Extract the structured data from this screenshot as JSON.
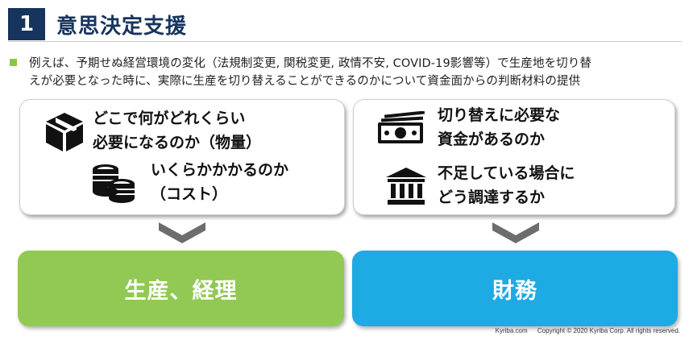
{
  "header": {
    "number": "1",
    "title": "意思決定支援"
  },
  "bullet": {
    "line1": "例えば、予期せぬ経営環境の変化（法規制変更, 関税変更, 政情不安, COVID-19影響等）で生産地を切り替",
    "line2": "えが必要となった時に、実際に生産を切り替えることができるのかについて資金面からの判断材料の提供"
  },
  "left_card": {
    "item1_line1": "どこで何がどれくらい",
    "item1_line2": "必要になるのか（物量）",
    "item1_icon": "box-icon",
    "item2_line1": "いくらかかかるのか",
    "item2_line2": "（コスト）",
    "item2_icon": "coins-icon"
  },
  "right_card": {
    "item1_line1": "切り替えに必要な",
    "item1_line2": "資金があるのか",
    "item1_icon": "cash-icon",
    "item2_line1": "不足している場合に",
    "item2_line2": "どう調達するか",
    "item2_icon": "bank-icon"
  },
  "bars": {
    "left_label": "生産、経理",
    "right_label": "財務"
  },
  "footer": {
    "site": "Kyriba.com",
    "copyright": "Copyright © 2020 Kyriba Corp. All rights reserved."
  },
  "colors": {
    "navy": "#17345e",
    "green": "#92c955",
    "blue": "#1eaae2",
    "chevron": "#6d6d6d"
  }
}
